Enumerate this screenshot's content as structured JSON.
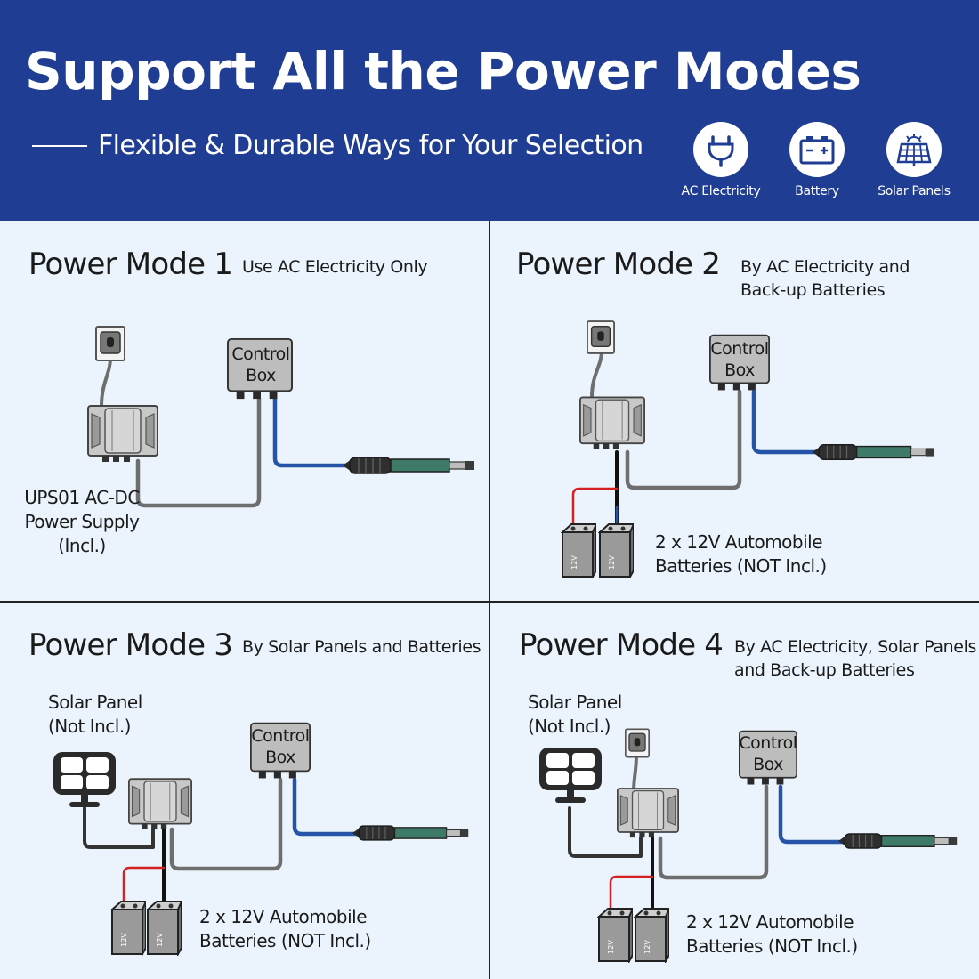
{
  "header": {
    "title": "Support All the Power Modes",
    "subtitle": "Flexible & Durable Ways for Your Selection",
    "features": [
      {
        "label": "AC Electricity",
        "icon": "plug-icon"
      },
      {
        "label": "Battery",
        "icon": "battery-icon"
      },
      {
        "label": "Solar Panels",
        "icon": "solar-panel-icon"
      }
    ]
  },
  "modes": [
    {
      "title": "Power Mode 1",
      "desc": "Use AC Electricity Only",
      "control_box": "Control\nBox",
      "supply_label": "UPS01 AC-DC\nPower Supply\n(Incl.)"
    },
    {
      "title": "Power Mode 2",
      "desc": "By AC Electricity and\nBack-up Batteries",
      "control_box": "Control\nBox",
      "battery_label": "2 x 12V Automobile\nBatteries (NOT Incl.)",
      "battery_marking": "12V"
    },
    {
      "title": "Power Mode 3",
      "desc": "By Solar Panels and Batteries",
      "control_box": "Control\nBox",
      "solar_label": "Solar Panel\n(Not Incl.)",
      "battery_label": "2 x 12V Automobile\nBatteries (NOT Incl.)",
      "battery_marking": "12V"
    },
    {
      "title": "Power Mode 4",
      "desc": "By AC Electricity, Solar Panels\nand Back-up Batteries",
      "control_box": "Control\nBox",
      "solar_label": "Solar Panel\n(Not Incl.)",
      "battery_label": "2 x 12V Automobile\nBatteries (NOT Incl.)",
      "battery_marking": "12V"
    }
  ],
  "colors": {
    "header_bg": "#1f3d92",
    "panel_bg": "#ebf4fc",
    "dc_cable": "#2553a8",
    "ac_cable": "#6e6e6e",
    "positive_wire": "#d42020",
    "actuator": "#3d7a68"
  }
}
